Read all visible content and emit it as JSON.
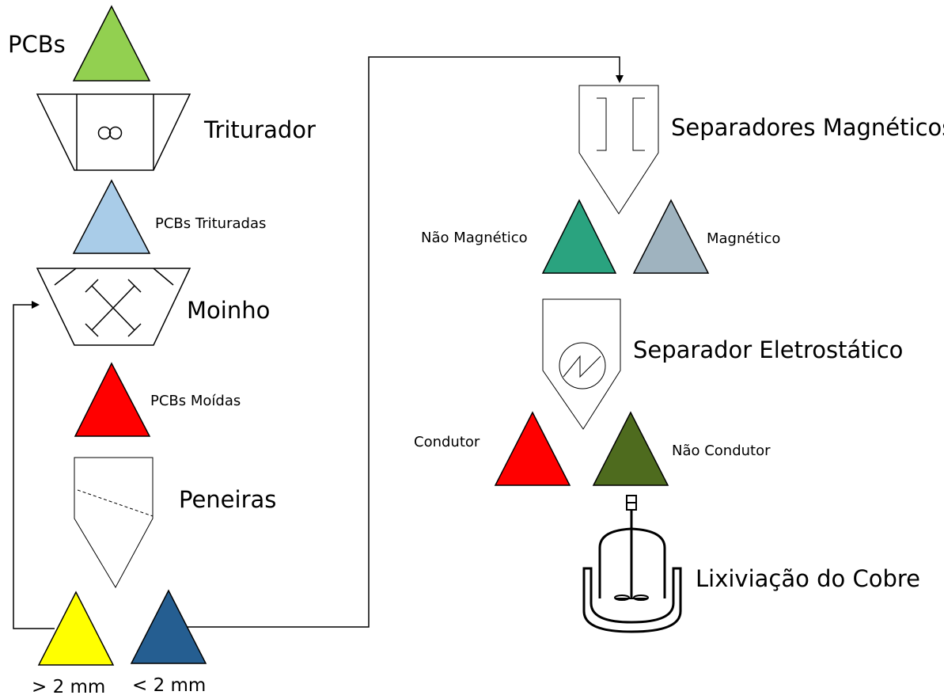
{
  "labels": {
    "pcbs": "PCBs",
    "triturador": "Triturador",
    "pcbs_trituradas": "PCBs Trituradas",
    "moinho": "Moinho",
    "pcbs_moidas": "PCBs Moídas",
    "peneiras": "Peneiras",
    "gt_2mm": "> 2 mm",
    "lt_2mm": "< 2 mm",
    "separadores_magneticos": "Separadores Magnéticos",
    "nao_magnetico": "Não Magnético",
    "magnetico": "Magnético",
    "separador_eletrostatico": "Separador Eletrostático",
    "condutor": "Condutor",
    "nao_condutor": "Não Condutor",
    "lixiviacao": "Lixiviação do Cobre"
  },
  "colors": {
    "pcbs": "#92d050",
    "pcbs_trituradas": "#a9cce8",
    "pcbs_moidas": "#ff0000",
    "gt_2mm": "#ffff00",
    "lt_2mm": "#255e91",
    "nao_magnetico": "#2aa37f",
    "magnetico": "#9fb3bf",
    "condutor": "#ff0000",
    "nao_condutor": "#4e6b1e",
    "line": "#000000"
  }
}
